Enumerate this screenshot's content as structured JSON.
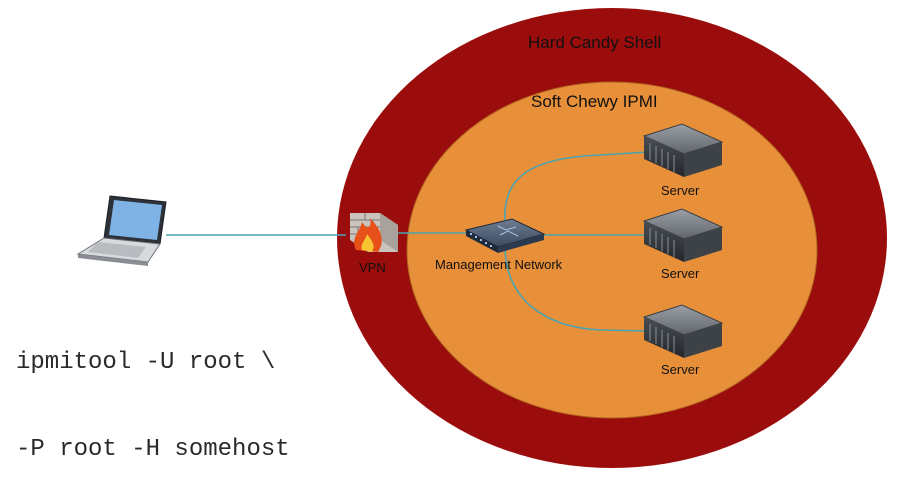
{
  "diagram": {
    "outer_zone": {
      "label": "Hard Candy Shell",
      "color": "#9b0c0c"
    },
    "inner_zone": {
      "label": "Soft Chewy IPMI",
      "color": "#e88f3a"
    },
    "vpn": {
      "label": "VPN",
      "icon": "firewall-icon"
    },
    "network": {
      "label": "Management Network",
      "icon": "network-switch-icon"
    },
    "servers": [
      {
        "label": "Server",
        "icon": "server-icon"
      },
      {
        "label": "Server",
        "icon": "server-icon"
      },
      {
        "label": "Server",
        "icon": "server-icon"
      }
    ],
    "laptop": {
      "icon": "laptop-icon"
    },
    "command": {
      "line1": "ipmitool -U root \\",
      "line2": "-P root -H somehost"
    },
    "link_color": "#4aa3b0"
  }
}
